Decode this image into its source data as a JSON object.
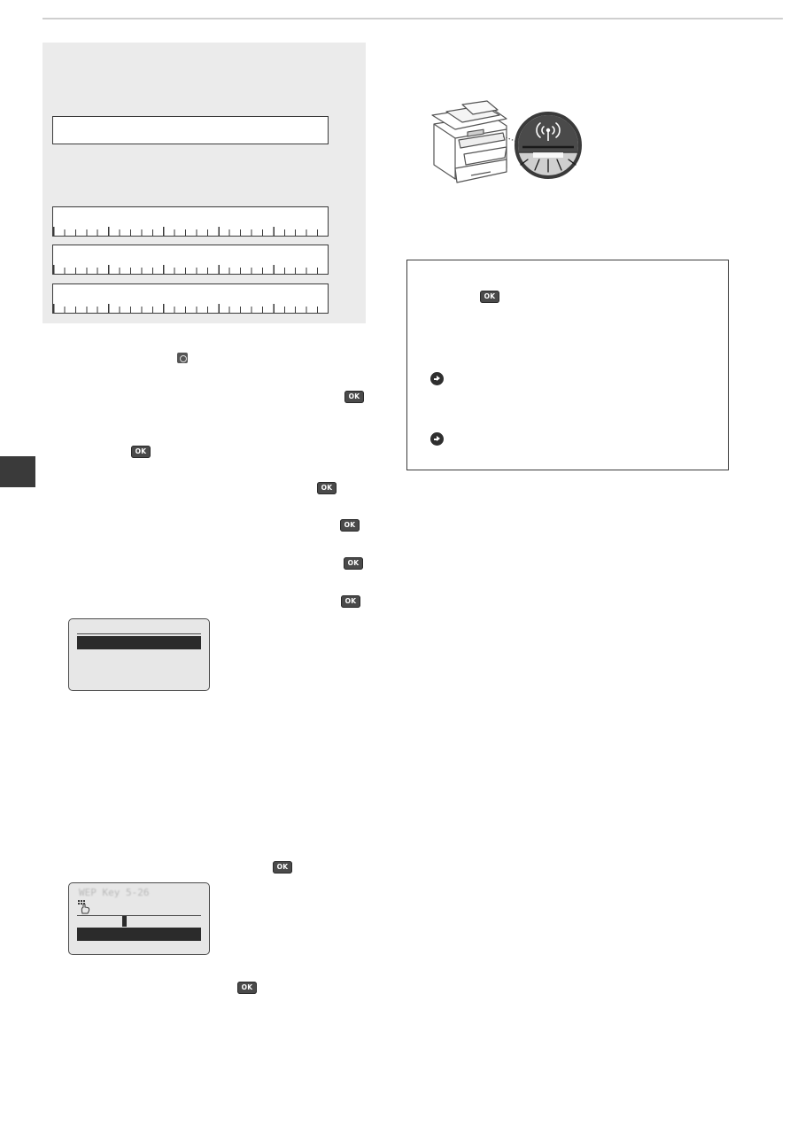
{
  "page": {
    "ok_key_label": "OK",
    "lcd_wep_title": "WEP Key 5-26"
  },
  "colors": {
    "panel_grey": "#ebebeb",
    "side_tab": "#3a3a3a",
    "lcd_background": "#e7e7e7",
    "key_dark": "#4a4a4a"
  },
  "icons": {
    "settings_key": "settings-key-icon",
    "ok_key": "ok-key-icon",
    "arrow": "arrow-right-circle-icon",
    "keyboard_touch": "keyboard-touch-icon",
    "printer": "printer-illustration",
    "wifi_lamp": "wifi-antenna-icon"
  }
}
